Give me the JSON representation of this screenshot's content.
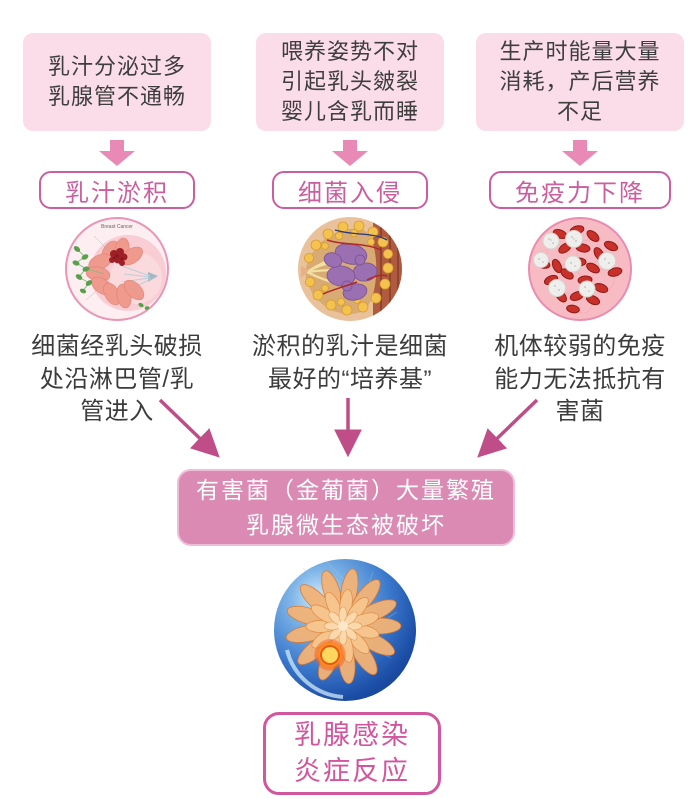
{
  "diagram": {
    "title_implicit": "",
    "columns": [
      {
        "cause_lines": [
          "乳汁分泌过多",
          "乳腺管不通畅"
        ],
        "label": "乳汁淤积",
        "illustration": "breast-lymphatic-anatomy-illustration",
        "illustration_label": "Breast Cancer",
        "desc_lines": [
          "细菌经乳头破损",
          "处沿淋巴管/乳",
          "管进入"
        ]
      },
      {
        "cause_lines": [
          "喂养姿势不对",
          "引起乳头皴裂",
          "婴儿含乳而睡"
        ],
        "label": "细菌入侵",
        "illustration": "breast-cross-section-illustration",
        "desc_lines": [
          "淤积的乳汁是细菌",
          "最好的“培养基”"
        ]
      },
      {
        "cause_lines": [
          "生产时能量大量",
          "消耗，产后营养",
          "不足"
        ],
        "label": "免疫力下降",
        "illustration": "blood-cells-illustration",
        "desc_lines": [
          "机体较弱的免疫",
          "能力无法抵抗有",
          "害菌"
        ]
      }
    ],
    "result_box": {
      "lines": [
        "有害菌（金葡菌）大量繁殖",
        "乳腺微生态被破坏"
      ]
    },
    "outcome_box": {
      "lines": [
        "乳腺感染",
        "炎症反应"
      ]
    },
    "colors": {
      "cause_box_bg": "#fbdce9",
      "body_text": "#3e3e3e",
      "pill_accent": "#ca5e9f",
      "block_arrow": "#e989b6",
      "line_arrow": "#bf4e88",
      "result_box_bg": "#db8ab4",
      "result_box_text": "#ffffff",
      "outcome_accent": "#d2569e"
    }
  }
}
